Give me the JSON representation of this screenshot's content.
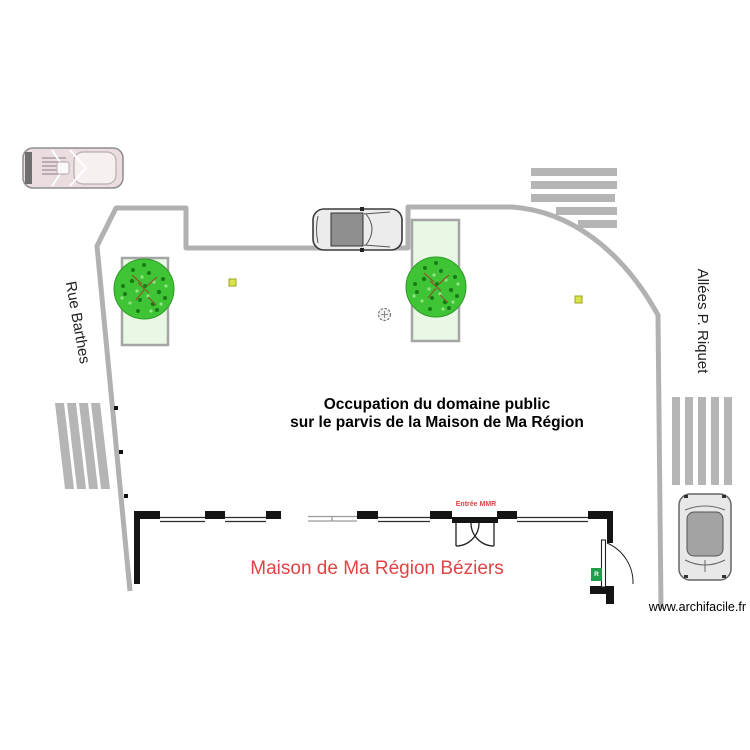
{
  "plan": {
    "streets": {
      "left": "Rue Barthes",
      "right": "Allées P. Riquet"
    },
    "center_caption": {
      "line1": "Occupation du domaine public",
      "line2": "sur le parvis de la Maison de Ma Région"
    },
    "building": {
      "title": "Maison de Ma Région Béziers",
      "entrance_label": "Entrée MMR",
      "door_badge": "R"
    },
    "watermark": "www.archifacile.fr",
    "icons": {
      "car_top_left": "car-top-view-icon",
      "car_top_center": "car-top-view-icon",
      "car_bottom_right": "car-top-view-icon",
      "tree_left": "tree-icon",
      "tree_right": "tree-icon",
      "crosswalk_left": "crosswalk-icon",
      "crosswalk_top_right": "crosswalk-icon",
      "crosswalk_right": "crosswalk-icon",
      "manhole": "manhole-icon",
      "entrance_door": "double-swing-door-icon",
      "side_door": "swing-door-icon"
    },
    "colors": {
      "road": "#b1b1b1",
      "crosswalk": "#b5b5b5",
      "wall": "#141414",
      "planter_fill": "#e9f8e4",
      "planter_border": "#a5a5a5",
      "tree": "#3fc436",
      "title_red": "#e04444",
      "marker_yellow": "#d9e44d",
      "badge_green": "#1f9e4b"
    }
  }
}
